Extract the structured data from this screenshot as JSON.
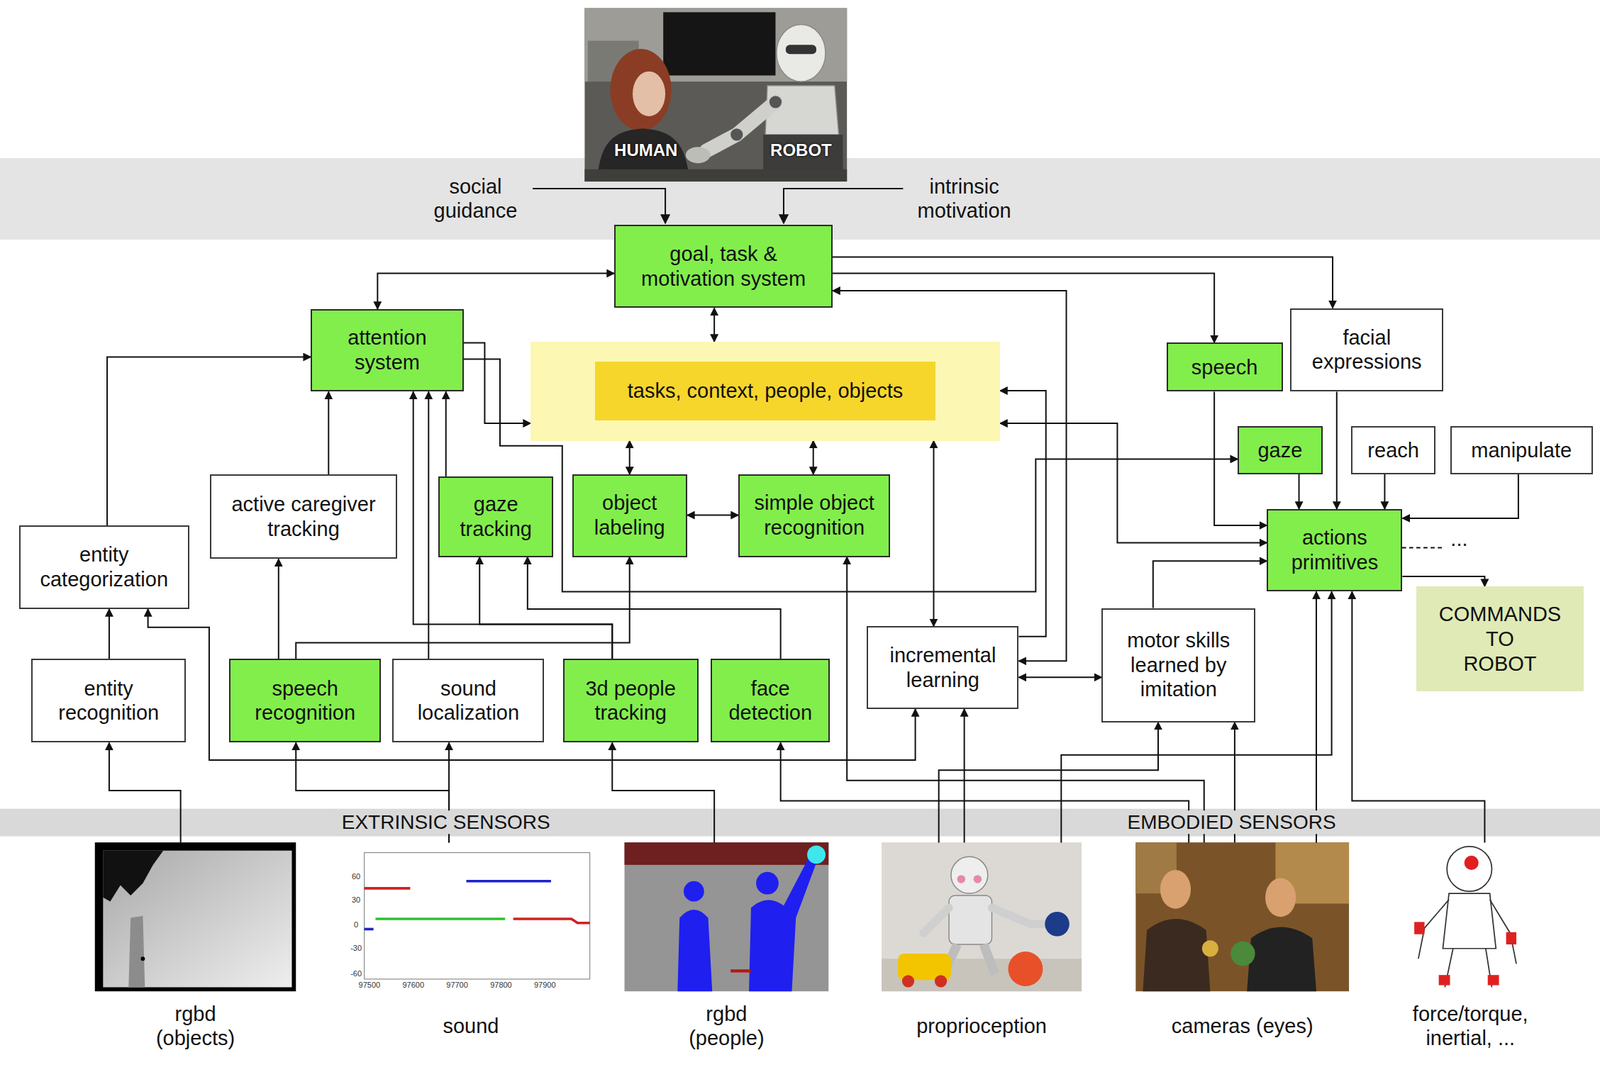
{
  "diagram": {
    "nodes": [
      {
        "text": [
          "goal, task & motivation system"
        ]
      },
      {
        "text": [
          "tasks, context, people, objects"
        ]
      },
      {
        "text": [
          "attention system"
        ]
      },
      {
        "text": [
          "speech"
        ]
      },
      {
        "text": [
          "facial expressions"
        ]
      },
      {
        "text": [
          "gaze"
        ]
      },
      {
        "text": [
          "reach"
        ]
      },
      {
        "text": [
          "manipulate"
        ]
      },
      {
        "text": [
          "active caregiver tracking"
        ]
      },
      {
        "text": [
          "gaze tracking"
        ]
      },
      {
        "text": [
          "object labeling"
        ]
      },
      {
        "text": [
          "simple object recognition"
        ]
      },
      {
        "text": [
          "actions primitives"
        ]
      },
      {
        "text": [
          "entity categorization"
        ]
      },
      {
        "text": [
          "COMMANDS TO ROBOT"
        ]
      },
      {
        "text": [
          "incremental learning"
        ]
      },
      {
        "text": [
          "motor skills learned by imitation"
        ]
      },
      {
        "text": [
          "entity recognition"
        ]
      },
      {
        "text": [
          "speech recognition"
        ]
      },
      {
        "text": [
          "sound localization"
        ]
      },
      {
        "text": [
          "3d people tracking"
        ]
      },
      {
        "text": [
          "face detection"
        ]
      },
      {
        "text": [
          "rgbd (objects)"
        ]
      },
      {
        "text": [
          "sound"
        ]
      },
      {
        "text": [
          "rgbd (people)"
        ]
      },
      {
        "text": [
          "proprioception"
        ]
      },
      {
        "text": [
          "cameras (eyes)"
        ]
      },
      {
        "text": [
          "force/torque, inertial, ..."
        ]
      }
    ],
    "edges": [
      {
        "from": 0,
        "to": 2,
        "arrow": "both"
      },
      {
        "from": 0,
        "to": 1,
        "arrow": "both"
      },
      {
        "from": 0,
        "to": 3,
        "arrow": "to"
      },
      {
        "from": 0,
        "to": 4,
        "arrow": "to"
      },
      {
        "from": 15,
        "to": 0,
        "arrow": "both"
      },
      {
        "from": 15,
        "to": 1,
        "arrow": "to"
      },
      {
        "from": 1,
        "to": 12,
        "arrow": "both"
      },
      {
        "from": 1,
        "to": 15,
        "arrow": "both"
      },
      {
        "from": 2,
        "to": 1,
        "arrow": "to"
      },
      {
        "from": 2,
        "to": 5,
        "arrow": "to"
      },
      {
        "from": 13,
        "to": 2,
        "arrow": "to"
      },
      {
        "from": 8,
        "to": 2,
        "arrow": "to"
      },
      {
        "from": 9,
        "to": 2,
        "arrow": "to"
      },
      {
        "from": 19,
        "to": 2,
        "arrow": "to"
      },
      {
        "from": 20,
        "to": 2,
        "arrow": "to"
      },
      {
        "from": 20,
        "to": 9,
        "arrow": "to"
      },
      {
        "from": 21,
        "to": 9,
        "arrow": "to"
      },
      {
        "from": 18,
        "to": 10,
        "arrow": "to"
      },
      {
        "from": 18,
        "to": 8,
        "arrow": "to"
      },
      {
        "from": 10,
        "to": 1,
        "arrow": "both"
      },
      {
        "from": 11,
        "to": 1,
        "arrow": "both"
      },
      {
        "from": 10,
        "to": 11,
        "arrow": "both"
      },
      {
        "from": 17,
        "to": 13,
        "arrow": "to"
      },
      {
        "from": 15,
        "to": 13,
        "arrow": "both"
      },
      {
        "from": 22,
        "to": 17,
        "arrow": "to"
      },
      {
        "from": 23,
        "to": 18,
        "arrow": "to"
      },
      {
        "from": 23,
        "to": 19,
        "arrow": "to"
      },
      {
        "from": 24,
        "to": 20,
        "arrow": "to"
      },
      {
        "from": 26,
        "to": 21,
        "arrow": "to"
      },
      {
        "from": 26,
        "to": 11,
        "arrow": "to"
      },
      {
        "from": 25,
        "to": 15,
        "arrow": "to"
      },
      {
        "from": 25,
        "to": 16,
        "arrow": "to"
      },
      {
        "from": 26,
        "to": 16,
        "arrow": "to"
      },
      {
        "from": 26,
        "to": 12,
        "arrow": "to"
      },
      {
        "from": 25,
        "to": 12,
        "arrow": "to"
      },
      {
        "from": 27,
        "to": 12,
        "arrow": "to"
      },
      {
        "from": 16,
        "to": 15,
        "arrow": "both"
      },
      {
        "from": 16,
        "to": 12,
        "arrow": "to"
      },
      {
        "from": 3,
        "to": 12,
        "arrow": "to"
      },
      {
        "from": 5,
        "to": 12,
        "arrow": "to"
      },
      {
        "from": 4,
        "to": 12,
        "arrow": "to"
      },
      {
        "from": 6,
        "to": 12,
        "arrow": "to"
      },
      {
        "from": 7,
        "to": 12,
        "arrow": "to"
      },
      {
        "from": 12,
        "to": 14,
        "arrow": "to"
      }
    ],
    "labels": [
      "HUMAN",
      "ROBOT",
      "social guidance",
      "intrinsic motivation",
      "EXTRINSIC SENSORS",
      "EMBODIED SENSORS",
      "...",
      "60",
      "30",
      "0",
      "-30",
      "-60",
      "97500",
      "97600",
      "97700",
      "97800",
      "97900"
    ]
  }
}
